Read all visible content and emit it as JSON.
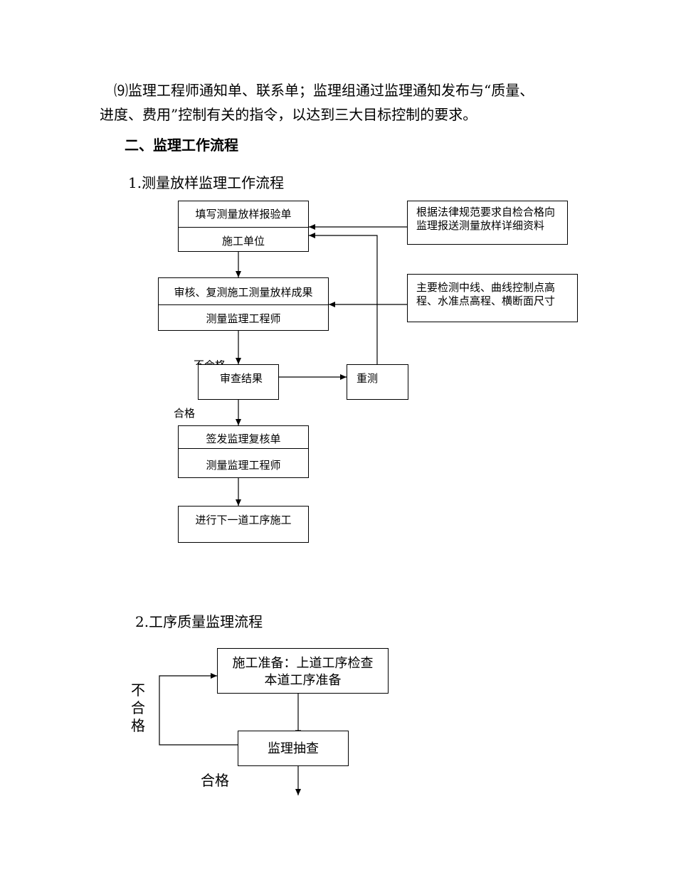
{
  "paragraph": {
    "line1": "⑼监理工程师通知单、联系单；监理组通过监理通知发布与“质量、",
    "line2": "进度、费用”控制有关的指令，以达到三大目标控制的要求。"
  },
  "section_heading": "二、监理工作流程",
  "flow1": {
    "title": "1.测量放样监理工作流程",
    "box_report": {
      "top": "填写测量放样报验单",
      "bottom": "施工单位"
    },
    "note_law": "根据法律规范要求自检合格向监理报送测量放样详细资料",
    "box_review": {
      "top": "审核、复测施工测量放样成果",
      "bottom": "测量监理工程师"
    },
    "note_check": "主要检测中线、曲线控制点高程、水准点高程、横断面尺寸",
    "fail_label": "不合格",
    "box_result": "审查结果",
    "box_remeasure": "重测",
    "pass_label": "合格",
    "box_sign": {
      "top": "签发监理复核单",
      "bottom": "测量监理工程师"
    },
    "box_next": "进行下一道工序施工"
  },
  "flow2": {
    "title": "2.工序质量监理流程",
    "box_prep": {
      "line1": "施工准备：上道工序检查",
      "line2": "本道工序准备"
    },
    "box_spot": "监理抽查",
    "fail_label": [
      "不",
      "合",
      "格"
    ],
    "pass_label": "合格"
  }
}
